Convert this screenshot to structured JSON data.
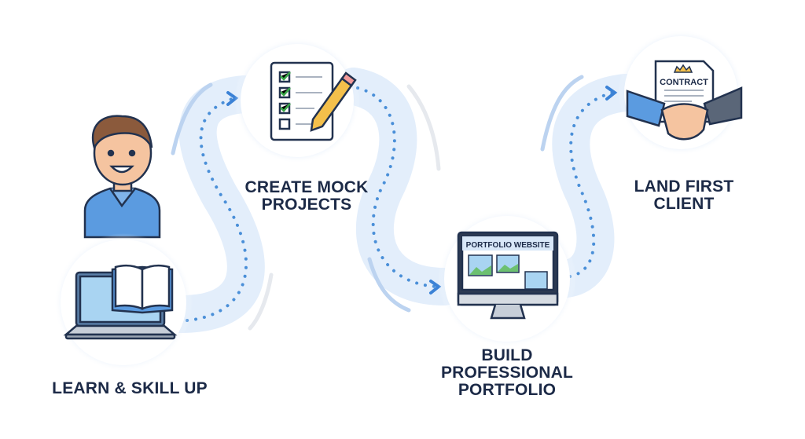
{
  "steps": [
    {
      "title_lines": [
        "LEARN & SKILL UP"
      ],
      "icon": "laptop-book-icon"
    },
    {
      "title_lines": [
        "CREATE MOCK",
        "PROJECTS"
      ],
      "icon": "checklist-pencil-icon"
    },
    {
      "title_lines": [
        "BUILD",
        "PROFESSIONAL",
        "PORTFOLIO"
      ],
      "icon": "monitor-portfolio-icon",
      "screen_title": "PORTFOLIO WEBSITE"
    },
    {
      "title_lines": [
        "LAND FIRST",
        "CLIENT"
      ],
      "icon": "handshake-contract-icon",
      "document_title": "CONTRACT"
    }
  ],
  "colors": {
    "text": "#1c2a47",
    "accent": "#3b82d6",
    "path": "#dbe9fa",
    "dots": "#4a8fd8"
  }
}
